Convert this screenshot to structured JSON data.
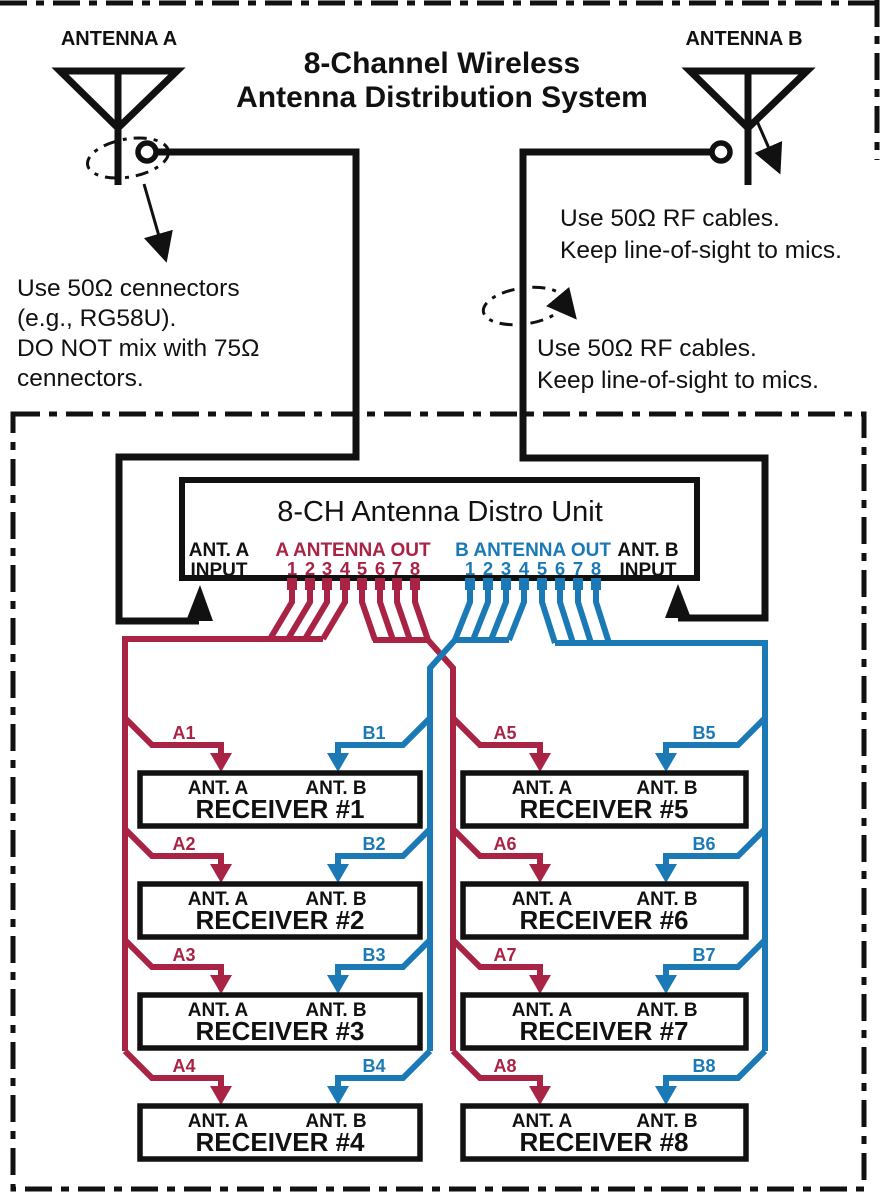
{
  "title": {
    "line1": "8-Channel Wireless",
    "line2": "Antenna Distribution System"
  },
  "antennas": {
    "a_label": "ANTENNA A",
    "b_label": "ANTENNA B"
  },
  "notes": {
    "connector": [
      "Use 50Ω cennectors",
      "(e.g., RG58U).",
      "DO NOT mix with 75Ω",
      "cennectors."
    ],
    "rf_top": [
      "Use 50Ω RF cables.",
      "Keep line-of-sight to mics."
    ],
    "rf_mid": [
      "Use 50Ω RF cables.",
      "Keep line-of-sight to mics."
    ]
  },
  "distro": {
    "title": "8-CH Antenna Distro Unit",
    "ant_a_input_l1": "ANT. A",
    "ant_a_input_l2": "INPUT",
    "ant_b_input_l1": "ANT. B",
    "ant_b_input_l2": "INPUT",
    "a_out": "A ANTENNA OUT",
    "b_out": "B ANTENNA OUT",
    "a_ports": [
      "1",
      "2",
      "3",
      "4",
      "5",
      "6",
      "7",
      "8"
    ],
    "b_ports": [
      "1",
      "2",
      "3",
      "4",
      "5",
      "6",
      "7",
      "8"
    ]
  },
  "receivers": [
    {
      "name": "RECEIVER #1",
      "ant_a": "ANT. A",
      "ant_b": "ANT. B",
      "a_cable": "A1",
      "b_cable": "B1"
    },
    {
      "name": "RECEIVER #2",
      "ant_a": "ANT. A",
      "ant_b": "ANT. B",
      "a_cable": "A2",
      "b_cable": "B2"
    },
    {
      "name": "RECEIVER #3",
      "ant_a": "ANT. A",
      "ant_b": "ANT. B",
      "a_cable": "A3",
      "b_cable": "B3"
    },
    {
      "name": "RECEIVER #4",
      "ant_a": "ANT. A",
      "ant_b": "ANT. B",
      "a_cable": "A4",
      "b_cable": "B4"
    },
    {
      "name": "RECEIVER #5",
      "ant_a": "ANT. A",
      "ant_b": "ANT. B",
      "a_cable": "A5",
      "b_cable": "B5"
    },
    {
      "name": "RECEIVER #6",
      "ant_a": "ANT. A",
      "ant_b": "ANT. B",
      "a_cable": "A6",
      "b_cable": "B6"
    },
    {
      "name": "RECEIVER #7",
      "ant_a": "ANT. A",
      "ant_b": "ANT. B",
      "a_cable": "A7",
      "b_cable": "B7"
    },
    {
      "name": "RECEIVER #8",
      "ant_a": "ANT. A",
      "ant_b": "ANT. B",
      "a_cable": "A8",
      "b_cable": "B8"
    }
  ],
  "colors": {
    "cable_a_red": "#a92345",
    "cable_b_blue": "#1b7ab6",
    "line_black": "#111111"
  }
}
